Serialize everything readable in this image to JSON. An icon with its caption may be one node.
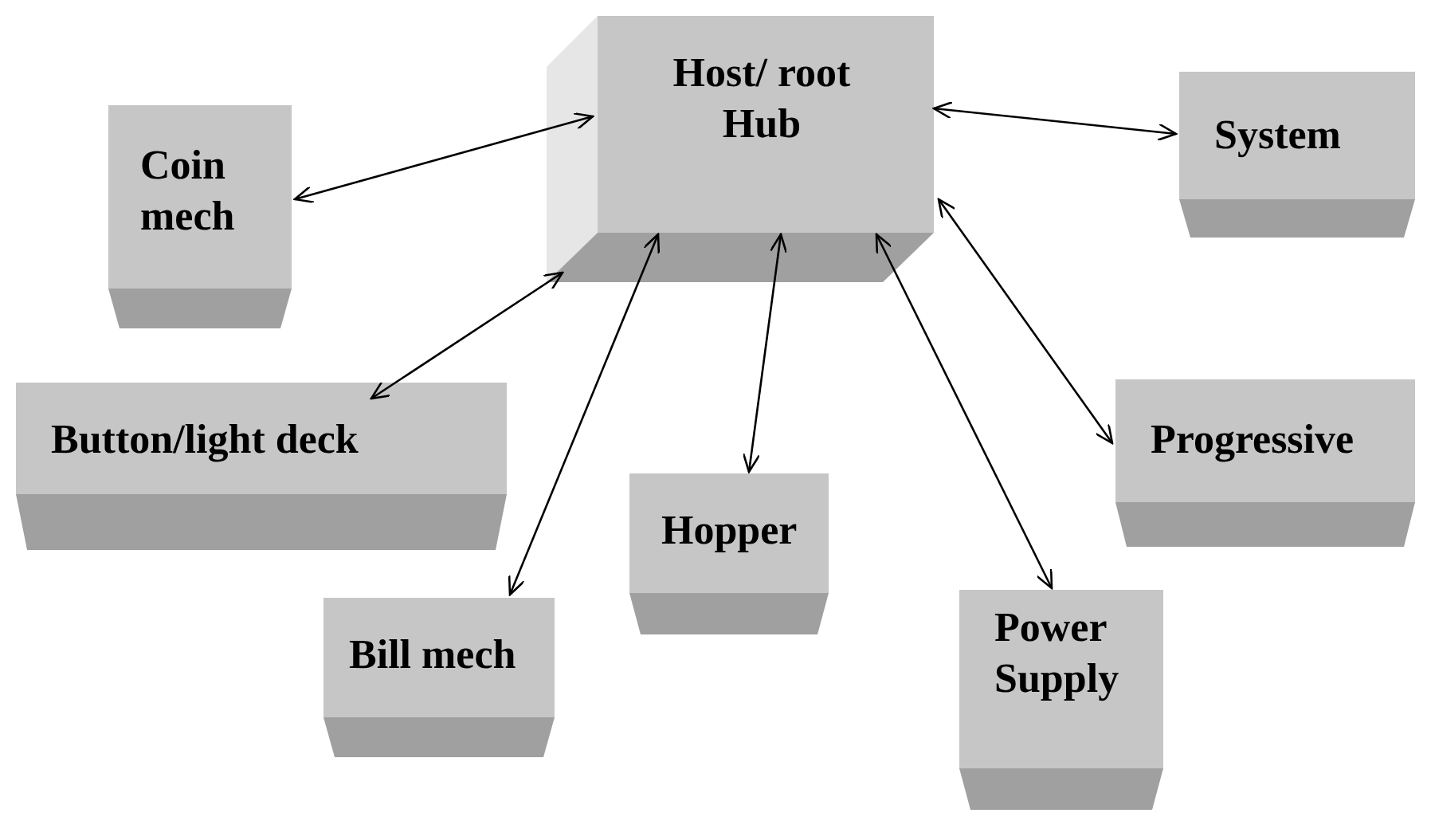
{
  "diagram": {
    "nodes": [
      {
        "text": [
          "Host/ root Hub"
        ]
      },
      {
        "text": [
          "Coin mech"
        ]
      },
      {
        "text": [
          "System"
        ]
      },
      {
        "text": [
          "Button/light deck"
        ]
      },
      {
        "text": [
          "Progressive"
        ]
      },
      {
        "text": [
          "Hopper"
        ]
      },
      {
        "text": [
          "Bill mech"
        ]
      },
      {
        "text": [
          "Power Supply"
        ]
      }
    ],
    "edges": [
      {
        "from": 0,
        "to": 1,
        "arrow": "both"
      },
      {
        "from": 0,
        "to": 2,
        "arrow": "both"
      },
      {
        "from": 0,
        "to": 3,
        "arrow": "both"
      },
      {
        "from": 0,
        "to": 6,
        "arrow": "both"
      },
      {
        "from": 0,
        "to": 5,
        "arrow": "both"
      },
      {
        "from": 0,
        "to": 7,
        "arrow": "both"
      },
      {
        "from": 0,
        "to": 4,
        "arrow": "both"
      }
    ]
  }
}
